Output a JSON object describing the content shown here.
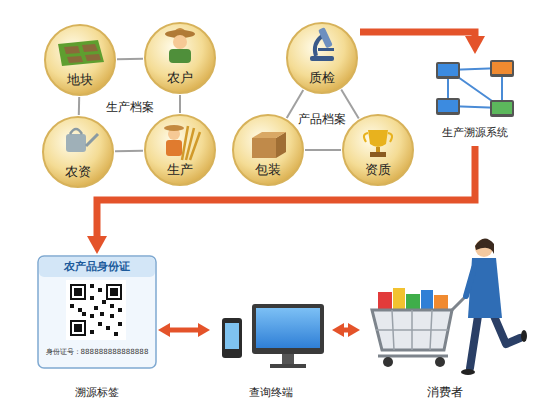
{
  "diagram": {
    "nodes": [
      {
        "text": [
          "地块"
        ]
      },
      {
        "text": [
          "农户"
        ]
      },
      {
        "text": [
          "农资"
        ]
      },
      {
        "text": [
          "生产"
        ]
      },
      {
        "text": [
          "质检"
        ]
      },
      {
        "text": [
          "包装"
        ]
      },
      {
        "text": [
          "资质"
        ]
      },
      {
        "text": [
          "生产溯源系统"
        ]
      },
      {
        "text": [
          "农产品身份证",
          "身份证号：888888888888888",
          "溯源标签"
        ]
      },
      {
        "text": [
          "查询终端"
        ]
      },
      {
        "text": [
          "消费者"
        ]
      }
    ],
    "edges": [
      {
        "from": 0,
        "to": 1,
        "arrow": "none"
      },
      {
        "from": 0,
        "to": 2,
        "arrow": "none"
      },
      {
        "from": 1,
        "to": 3,
        "arrow": "none"
      },
      {
        "from": 2,
        "to": 3,
        "arrow": "none"
      },
      {
        "from": 4,
        "to": 5,
        "arrow": "none"
      },
      {
        "from": 4,
        "to": 6,
        "arrow": "none"
      },
      {
        "from": 5,
        "to": 6,
        "arrow": "none"
      },
      {
        "from": 4,
        "to": 7,
        "arrow": "to"
      },
      {
        "from": 7,
        "to": 8,
        "arrow": "to"
      },
      {
        "from": 8,
        "to": 9,
        "arrow": "both"
      },
      {
        "from": 9,
        "to": 10,
        "arrow": "both"
      }
    ],
    "labels": [
      "生产档案",
      "产品档案"
    ]
  }
}
